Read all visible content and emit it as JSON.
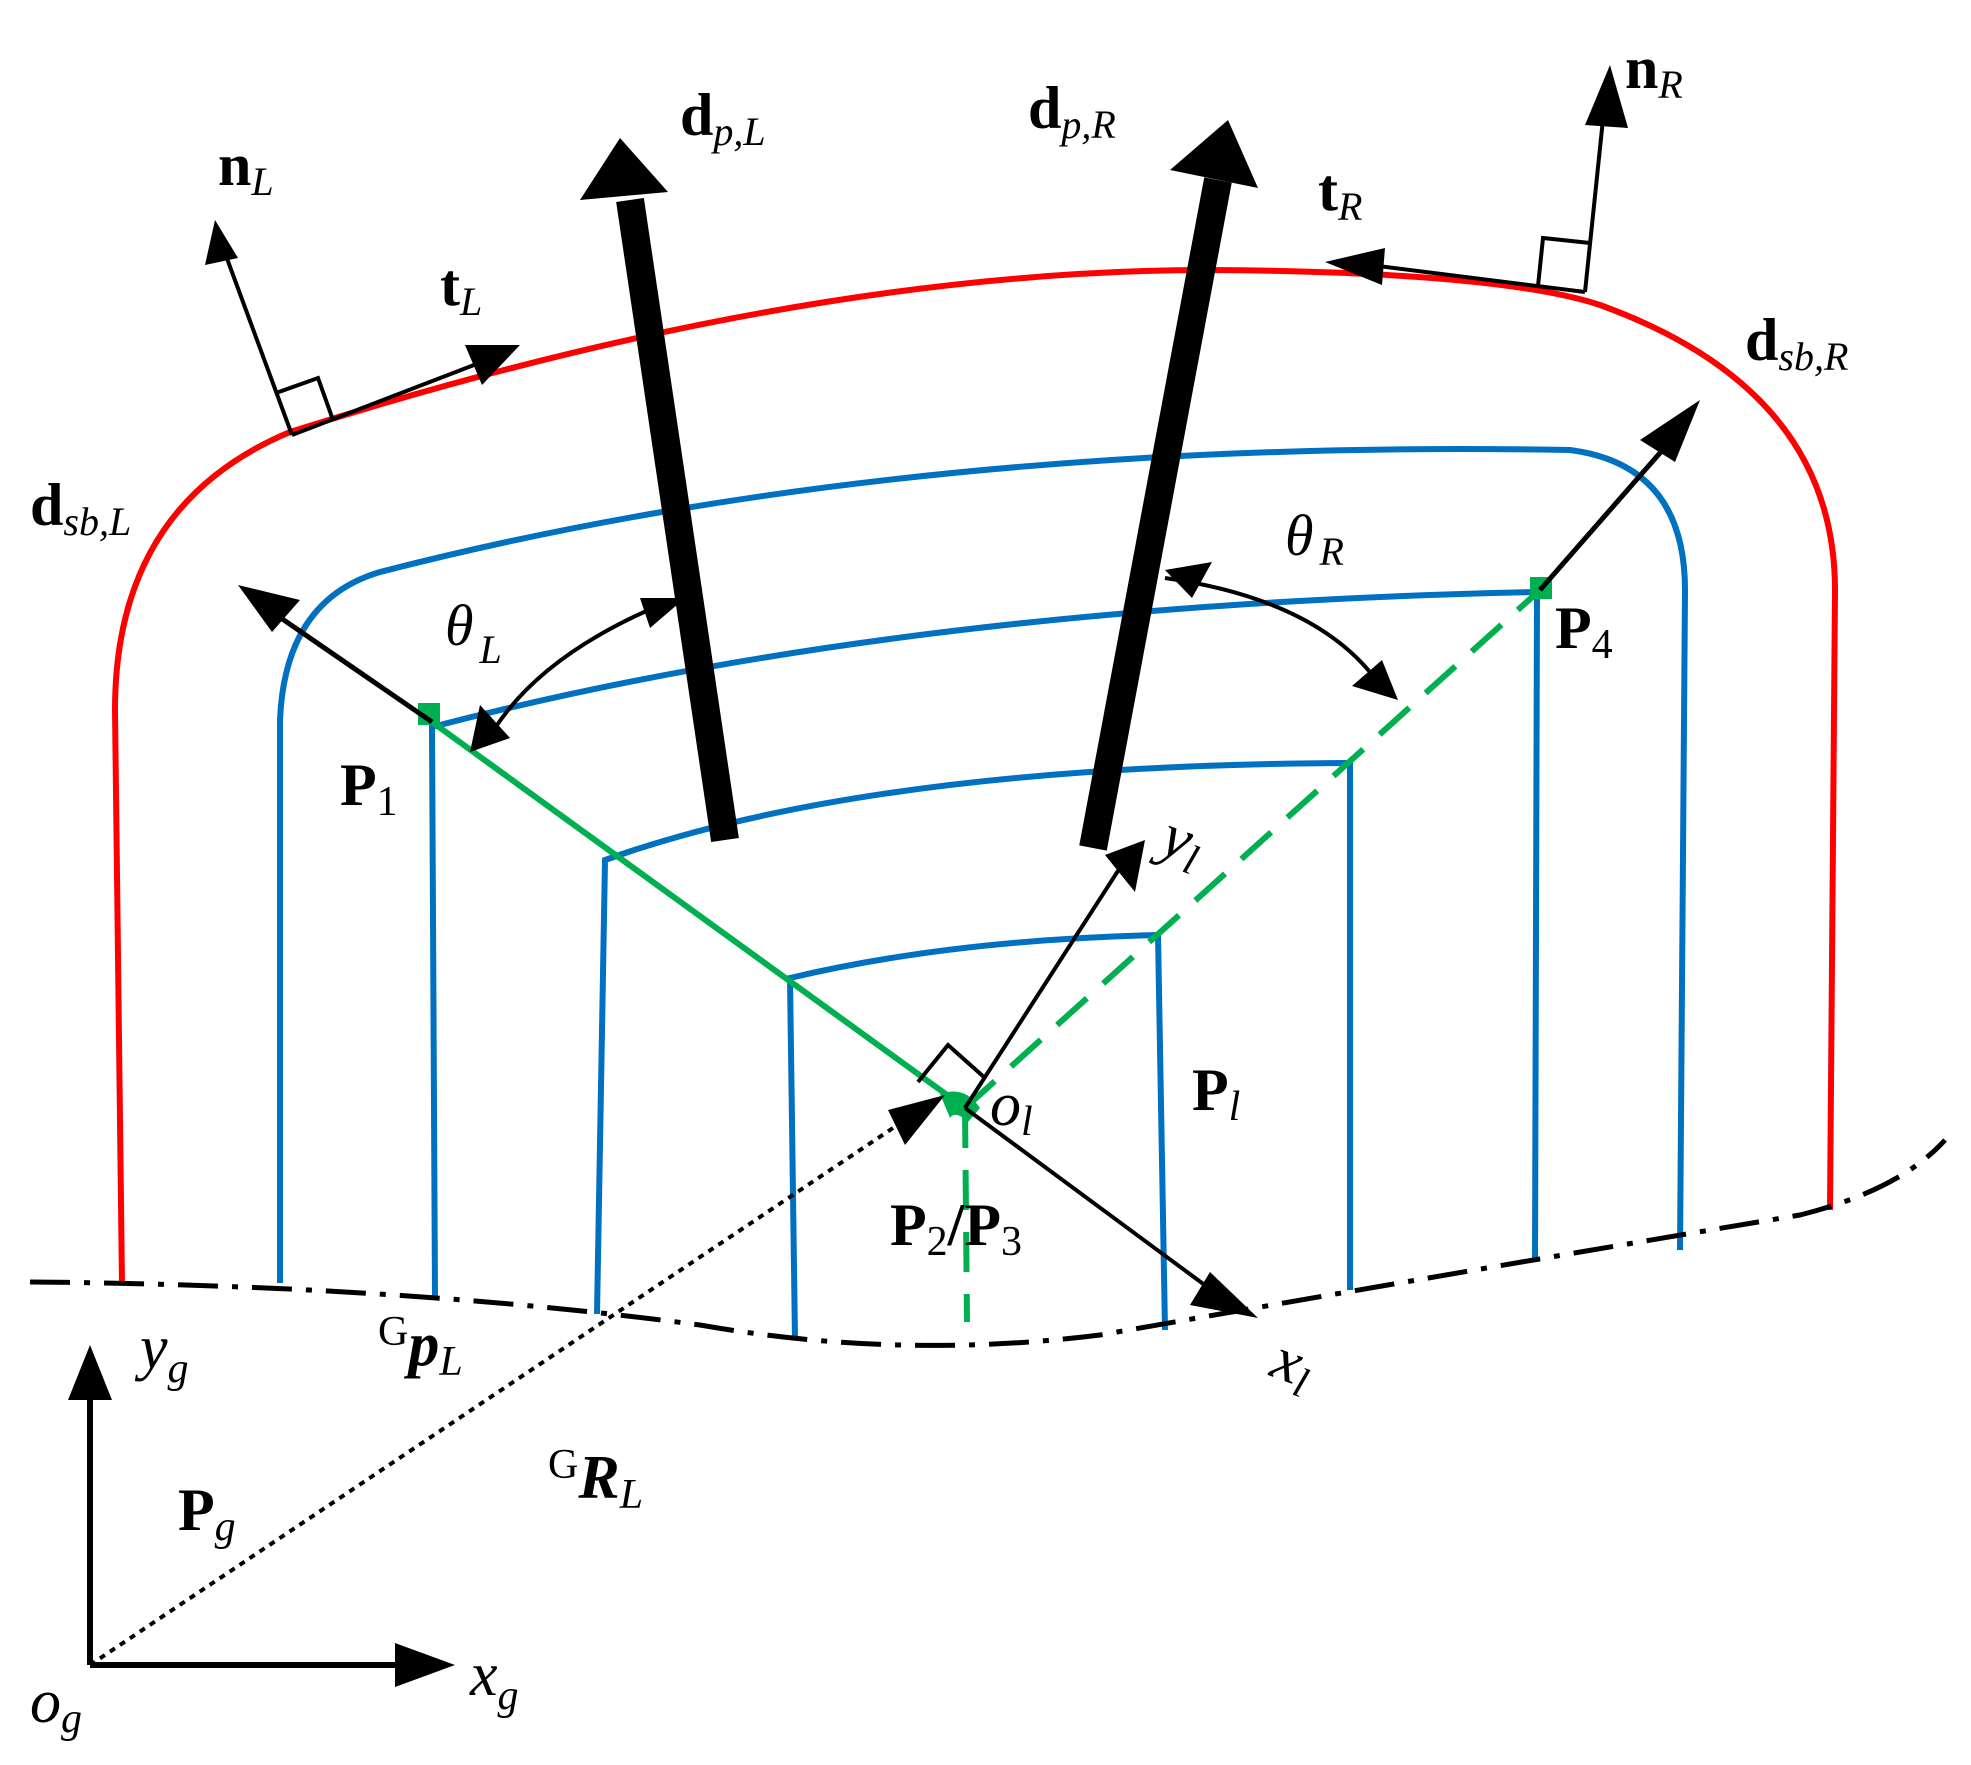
{
  "colors": {
    "outer_boundary": "#ff0000",
    "curb_lines": "#0070c0",
    "lane_geometry": "#00b050",
    "vectors": "#000000"
  },
  "labels": {
    "d_sbL": {
      "base": "d",
      "sub": "sb,L"
    },
    "d_sbR": {
      "base": "d",
      "sub": "sb,R"
    },
    "d_pL": {
      "base": "d",
      "sub": "p,L"
    },
    "d_pR": {
      "base": "d",
      "sub": "p,R"
    },
    "n_L": {
      "base": "n",
      "sub": "L"
    },
    "t_L": {
      "base": "t",
      "sub": "L"
    },
    "n_R": {
      "base": "n",
      "sub": "R"
    },
    "t_R": {
      "base": "t",
      "sub": "R"
    },
    "theta_L": {
      "base": "θ",
      "sub": "L"
    },
    "theta_R": {
      "base": "θ",
      "sub": "R"
    },
    "P1": {
      "base": "P",
      "sub": "1"
    },
    "P4": {
      "base": "P",
      "sub": "4"
    },
    "P2": {
      "base": "P",
      "sub": "2"
    },
    "P2P3_sep": "/",
    "P3": {
      "base": "P",
      "sub": "3"
    },
    "Pl": {
      "base": "P",
      "sub": "l"
    },
    "Pg": {
      "base": "P",
      "sub": "g"
    },
    "ol": {
      "base": "o",
      "sub": "l"
    },
    "og": {
      "base": "o",
      "sub": "g"
    },
    "xg": {
      "base": "x",
      "sub": "g"
    },
    "yg": {
      "base": "y",
      "sub": "g"
    },
    "xl": {
      "base": "x",
      "sub": "l"
    },
    "yl": {
      "base": "y",
      "sub": "l"
    },
    "GpL": {
      "sup": "G",
      "base": "p",
      "sub": "L"
    },
    "GRL": {
      "sup": "G",
      "base": "R",
      "sub": "L"
    }
  }
}
